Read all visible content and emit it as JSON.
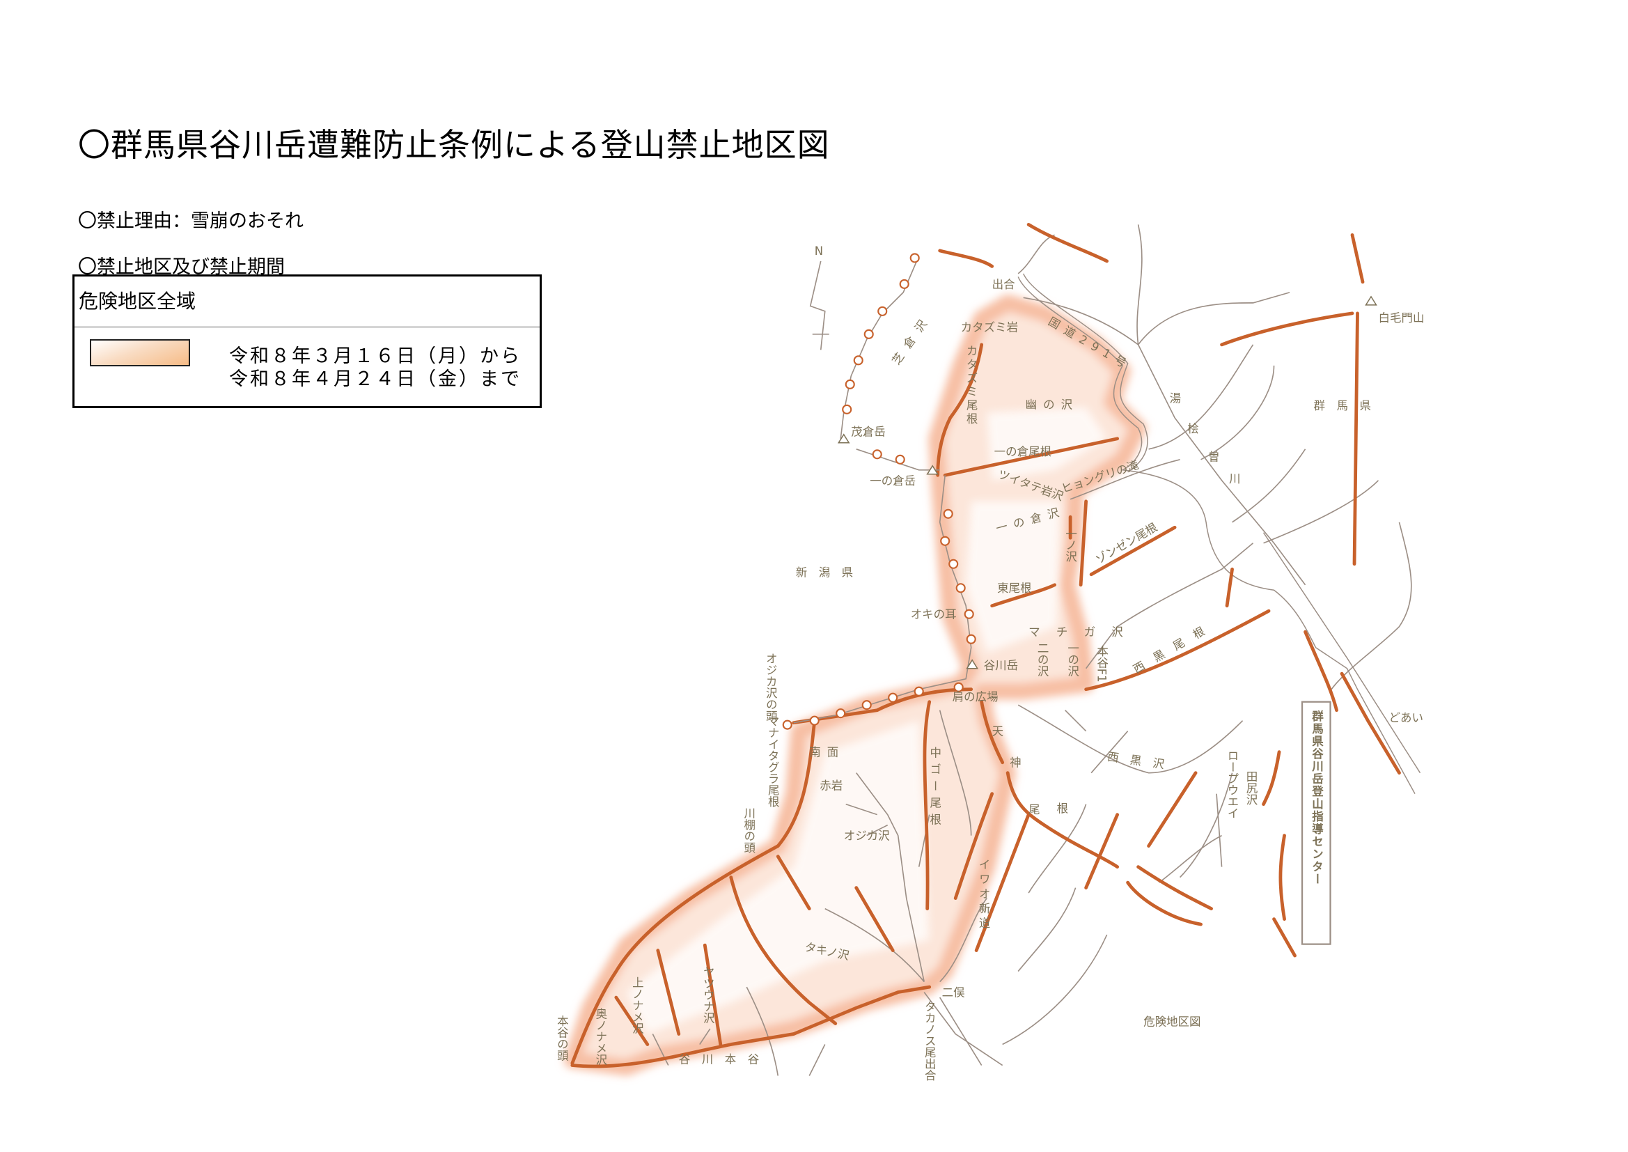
{
  "title": "〇群馬県谷川岳遭難防止条例による登山禁止地区図",
  "reason": "〇禁止理由：雪崩のおそれ",
  "section": "〇禁止地区及び禁止期間",
  "table": {
    "area": "危険地区全域",
    "period_from": "令和８年３月１６日（月）から",
    "period_to": "令和８年４月２４日（金）まで",
    "swatch_color": "#f6bb86"
  },
  "map": {
    "caption": "危険地区図",
    "north": "N",
    "center_box": "群馬県谷川岳登山指導センター",
    "labels": [
      "出合",
      "白毛門山",
      "国道291号",
      "カタズミ岩",
      "芝倉沢",
      "カタズミ尾根",
      "湯",
      "桧",
      "曽",
      "川",
      "群　馬　県",
      "茂倉岳",
      "幽の沢",
      "一の倉尾根",
      "一の倉岳",
      "ツイタテ岩沢",
      "ヒョングリの滝",
      "一の倉沢",
      "新　潟　県",
      "ゾンゼン尾根",
      "一ノ沢",
      "東尾根",
      "オキの耳",
      "マ チ ガ 沢",
      "谷川岳",
      "二の沢",
      "一の沢",
      "本谷F1",
      "西　黒　尾　根",
      "肩の広場",
      "オジカ沢の頭",
      "マナイタグラ尾根",
      "川棚の頭",
      "南面",
      "赤岩",
      "オジカ沢",
      "中ゴー尾根",
      "天",
      "神",
      "尾",
      "根",
      "西　黒　沢",
      "ロープウエイ",
      "田尻沢",
      "イワオ新道",
      "タキノ沢",
      "上ノナメ沢",
      "奥ノナメ沢",
      "ヤツウナ沢",
      "二俣",
      "タカノス尾出合",
      "谷　川　本　谷",
      "本谷の頭",
      "どあい"
    ]
  }
}
